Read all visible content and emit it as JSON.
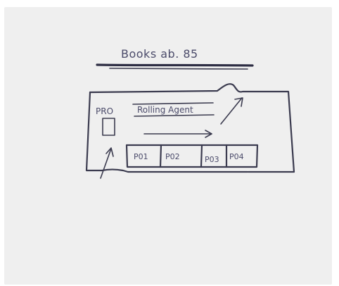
{
  "diagram": {
    "title": "Books ab. 85",
    "entity_label": "PRO",
    "process_label": "Rolling Agent",
    "cells": [
      "P01",
      "P02",
      "P03",
      "P04"
    ]
  },
  "colors": {
    "paper": "#efefef",
    "ink": "#3b3b4f"
  }
}
